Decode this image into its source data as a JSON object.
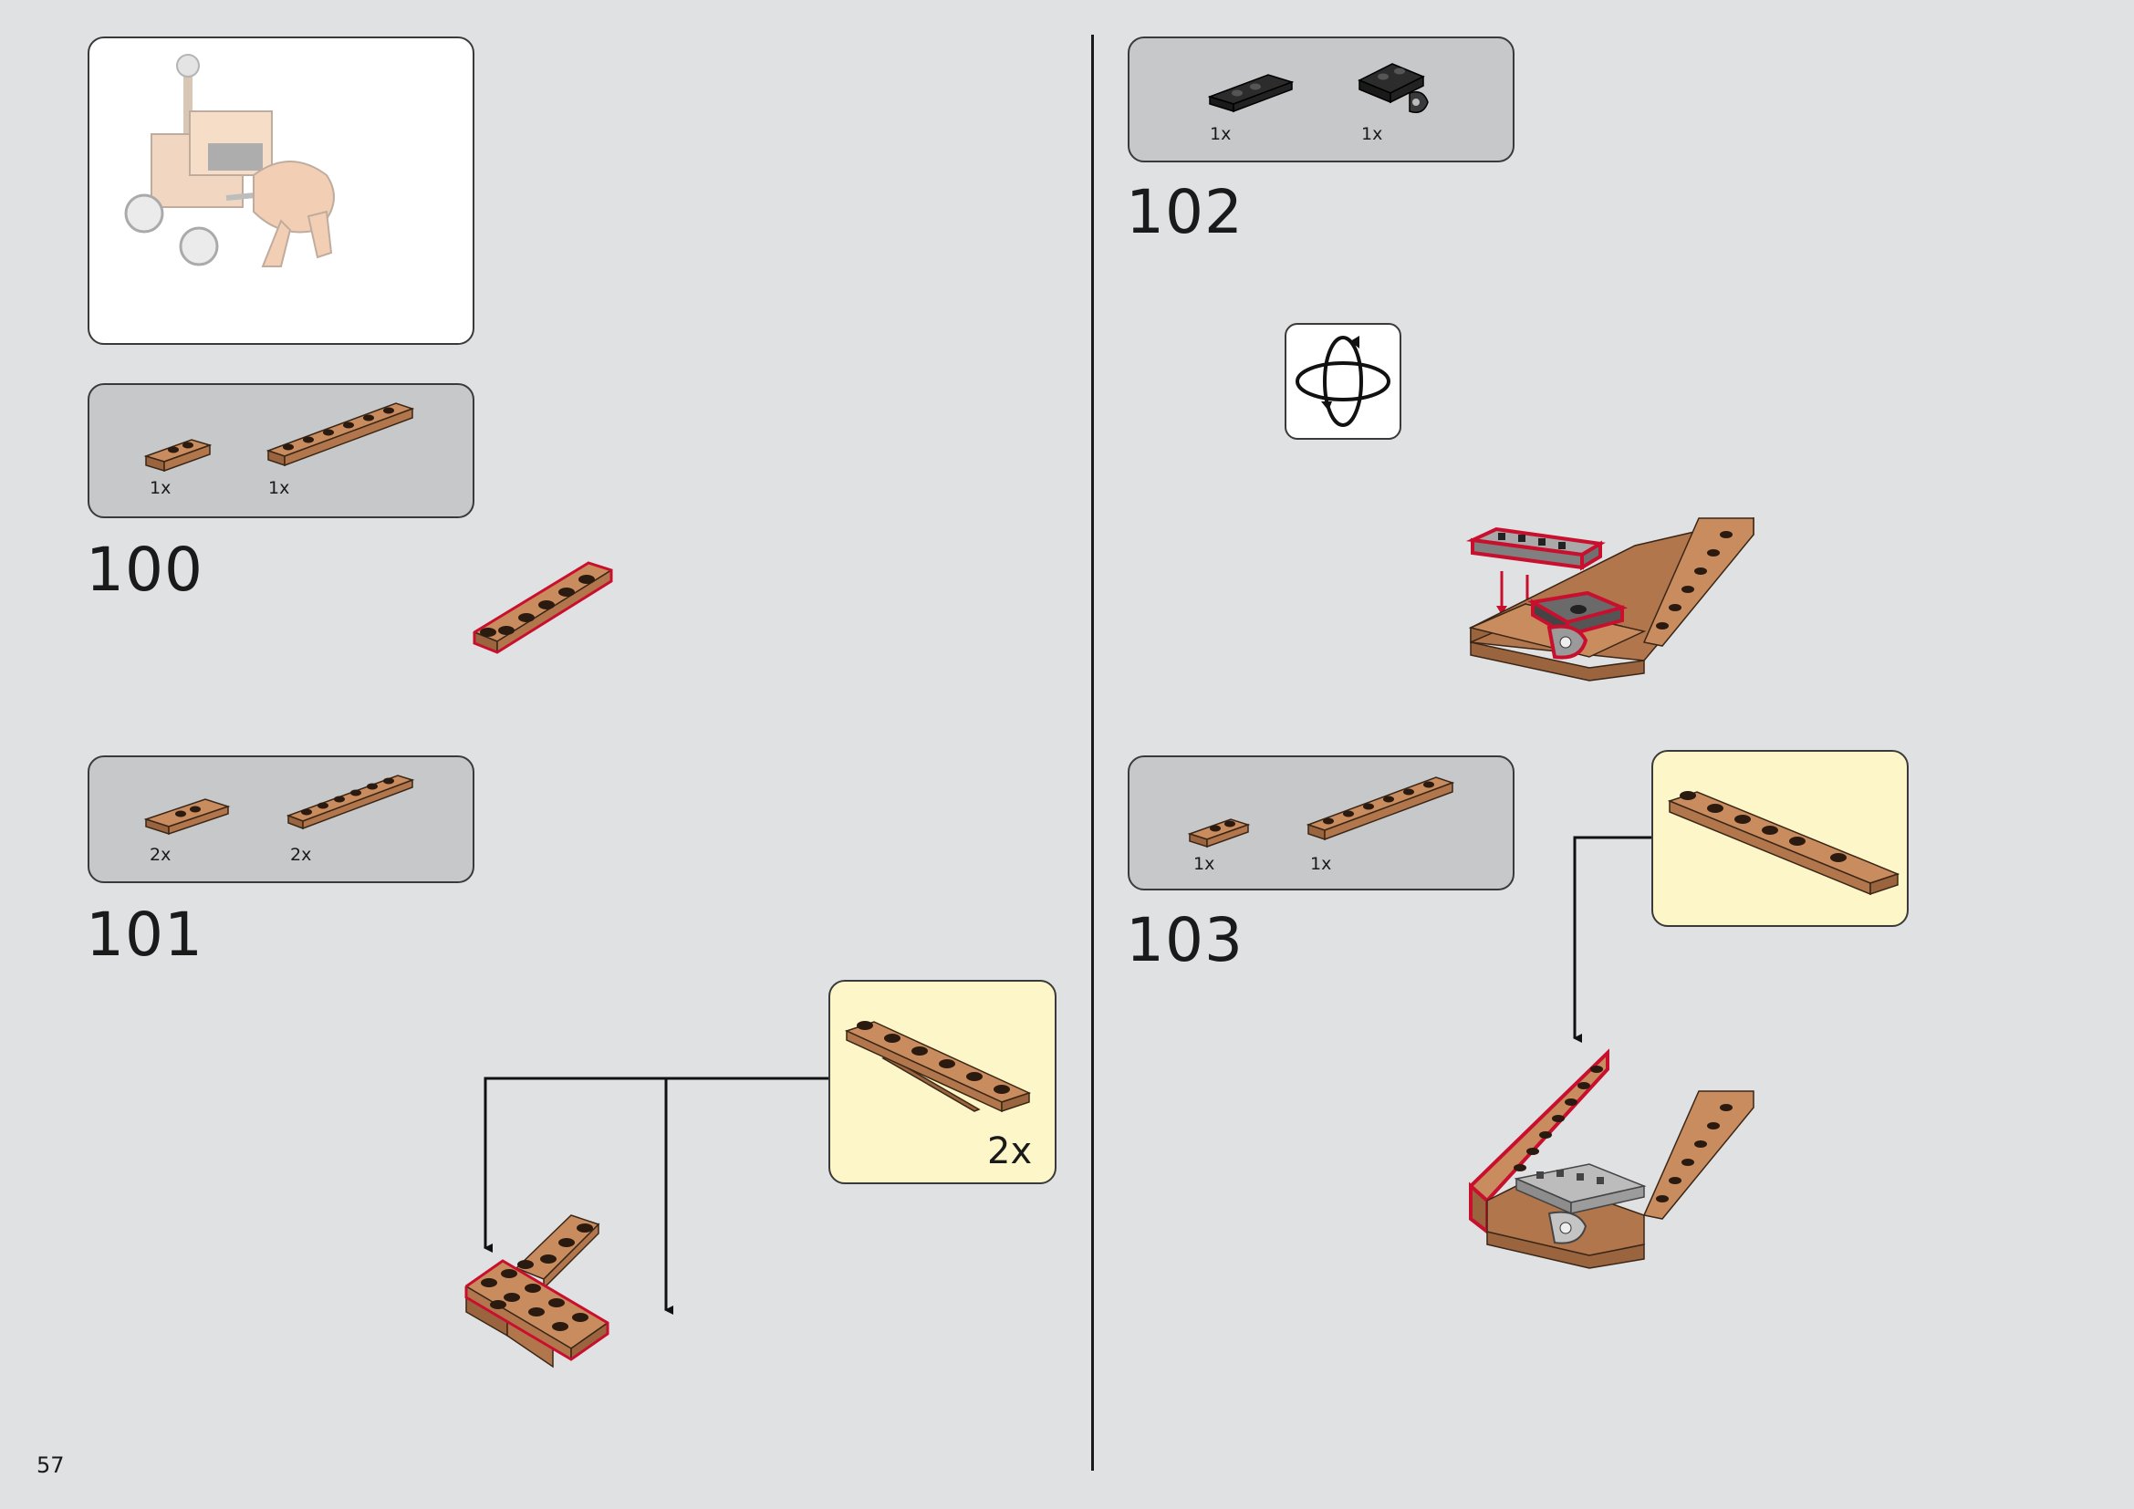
{
  "page": {
    "number": "57"
  },
  "steps": [
    {
      "number": "100",
      "parts": [
        {
          "qty": "1x",
          "item": "tan-plate-1x2"
        },
        {
          "qty": "1x",
          "item": "tan-plate-1x6"
        }
      ]
    },
    {
      "number": "101",
      "parts": [
        {
          "qty": "2x",
          "item": "tan-jumper-plate-1x2"
        },
        {
          "qty": "2x",
          "item": "tan-plate-1x6"
        }
      ],
      "callout_qty": "2x"
    },
    {
      "number": "102",
      "parts": [
        {
          "qty": "1x",
          "item": "black-plate-1x3"
        },
        {
          "qty": "1x",
          "item": "black-bracket-plate"
        }
      ]
    },
    {
      "number": "103",
      "parts": [
        {
          "qty": "1x",
          "item": "tan-plate-1x2"
        },
        {
          "qty": "1x",
          "item": "tan-plate-1x6"
        }
      ]
    }
  ],
  "icons": {
    "rotate": "rotate-model-icon"
  },
  "colors": {
    "background": "#e0e1e3",
    "parts_box": "#c7c8ca",
    "callout_box": "#fdf6c8",
    "brick_tan": "#b2764d",
    "highlight": "#c8102e"
  }
}
